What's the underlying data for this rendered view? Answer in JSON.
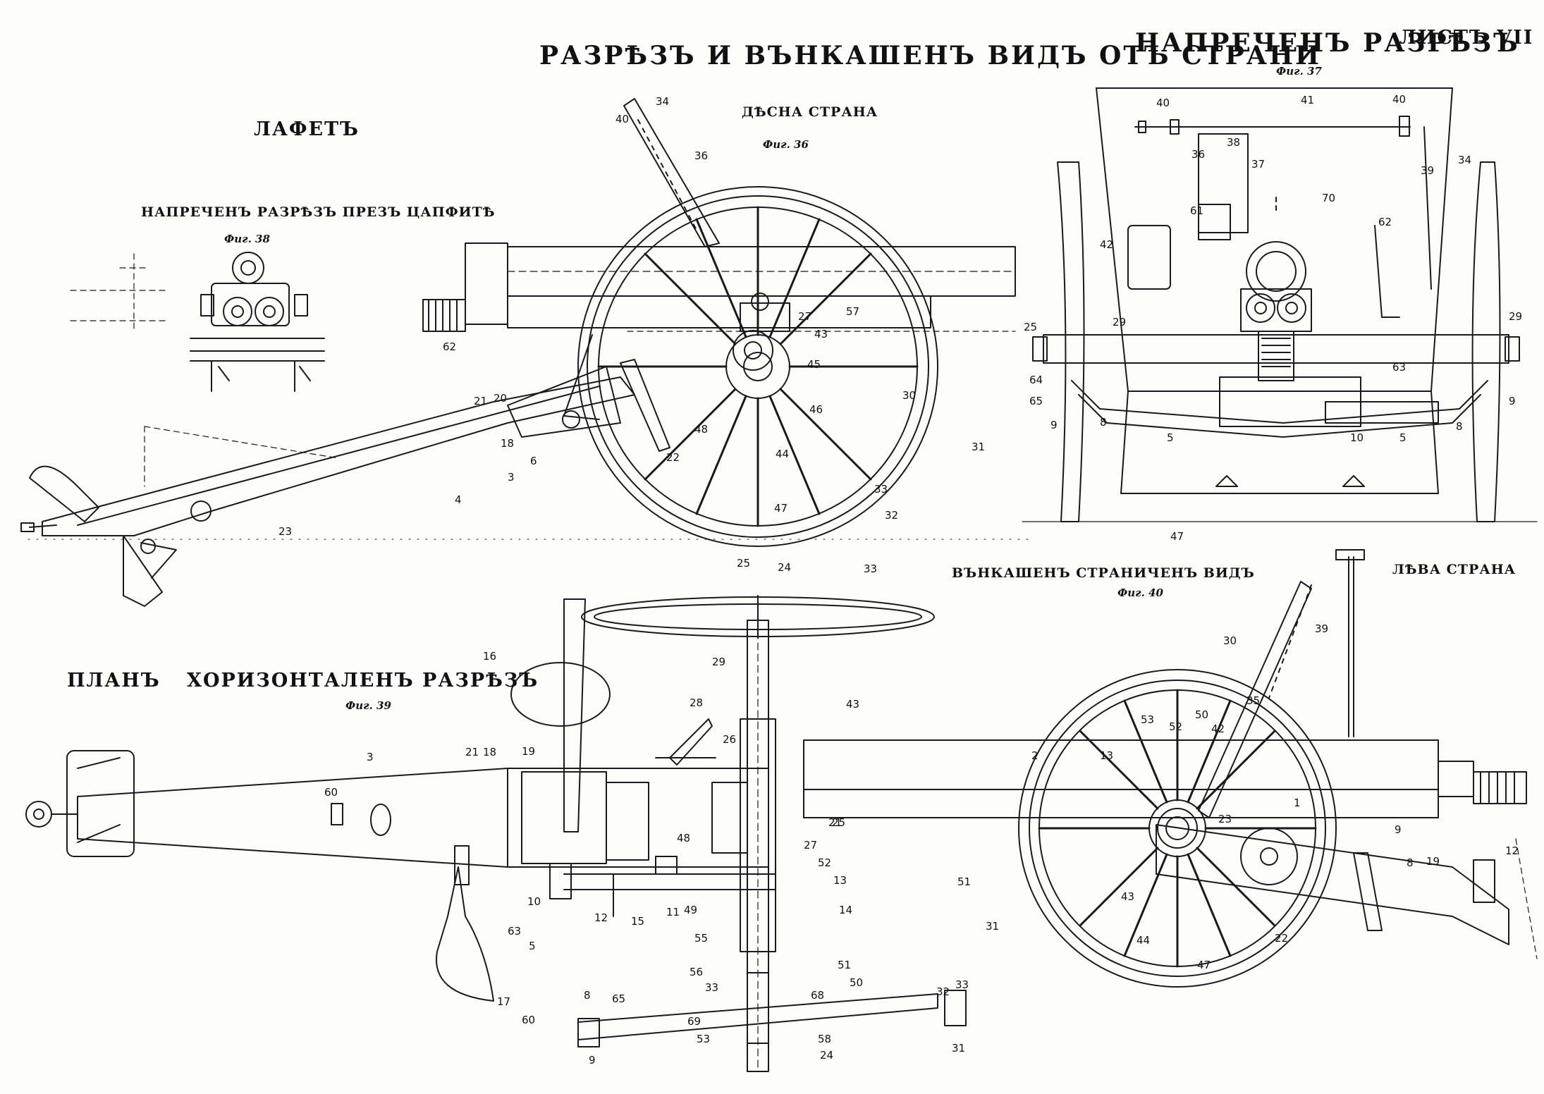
{
  "sheet": {
    "main_title": "РАЗРѢЗЪ И ВЪНКАШЕНЪ ВИДЪ ОТЪ СТРАНИ",
    "section_title_right": "НАПРЕЧЕНЪ РАЗРѢЗЪ",
    "sheet_label": "ЛИСТЪ VII",
    "subject_title": "ЛАФЕТЪ",
    "fig38_title": "НАПРЕЧЕНЪ РАЗРѢЗЪ ПРЕЗЪ ЦАПФИТѢ",
    "fig38_label": "Фиг. 38",
    "fig36_title": "ДѢСНА СТРАНА",
    "fig36_label": "Фиг. 36",
    "fig37_label": "Фиг. 37",
    "plan_title_left": "ПЛАНЪ",
    "plan_title_right": "ХОРИЗОНТАЛЕНЪ РАЗРѢЗЪ",
    "fig39_label": "Фиг. 39",
    "fig40_title": "ВЪНКАШЕНЪ СТРАНИЧЕНЪ ВИДЪ",
    "fig40_label": "Фиг. 40",
    "fig40_side": "ЛѢВА СТРАНА"
  },
  "callouts": {
    "fig36": [
      "34",
      "40",
      "36",
      "21",
      "20",
      "18",
      "6",
      "3",
      "4",
      "23",
      "22",
      "48",
      "44",
      "47",
      "46",
      "45",
      "43",
      "27",
      "57",
      "30",
      "31",
      "33",
      "32",
      "62"
    ],
    "fig37": [
      "40",
      "41",
      "40",
      "38",
      "36",
      "37",
      "70",
      "61",
      "39",
      "34",
      "42",
      "62",
      "25",
      "29",
      "29",
      "64",
      "65",
      "9",
      "8",
      "5",
      "10",
      "5",
      "8",
      "9",
      "63",
      "47"
    ],
    "fig39": [
      "25",
      "24",
      "33",
      "16",
      "29",
      "28",
      "43",
      "21",
      "18",
      "19",
      "3",
      "60",
      "26",
      "25",
      "48",
      "27",
      "52",
      "13",
      "14",
      "10",
      "11",
      "49",
      "12",
      "15",
      "63",
      "5",
      "55",
      "56",
      "33",
      "51",
      "50",
      "68",
      "17",
      "8",
      "65",
      "69",
      "53",
      "58",
      "24",
      "32",
      "33",
      "31",
      "9",
      "60"
    ],
    "fig40": [
      "30",
      "39",
      "35",
      "53",
      "52",
      "50",
      "42",
      "2",
      "13",
      "1",
      "23",
      "9",
      "8",
      "19",
      "44",
      "47",
      "43",
      "22",
      "31",
      "51",
      "21",
      "12"
    ]
  },
  "colors": {
    "ink": "#1a1a1a",
    "paper": "#fdfdfb"
  }
}
